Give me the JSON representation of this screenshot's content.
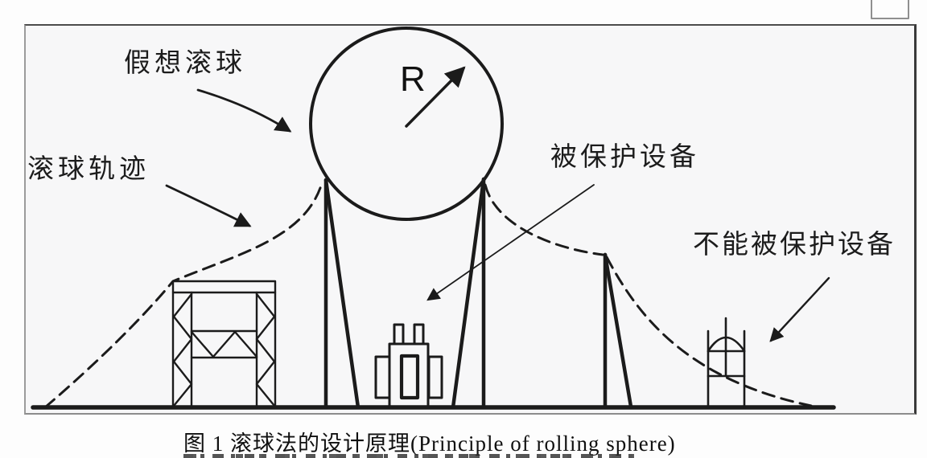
{
  "figure": {
    "labels": {
      "imaginary_sphere": "假想滚球",
      "sphere_trajectory": "滚球轨迹",
      "protected_equipment": "被保护设备",
      "unprotected_equipment": "不能被保护设备",
      "radius": "R"
    },
    "caption": "图 1 滚球法的设计原理(Principle of rolling sphere)",
    "colors": {
      "line": "#1b1b1b",
      "frame_dark": "#4c4c4c",
      "frame_light": "#9b9b9b",
      "canvas_bg": "#f7f7f8",
      "page_bg": "#fdfdfd"
    }
  }
}
